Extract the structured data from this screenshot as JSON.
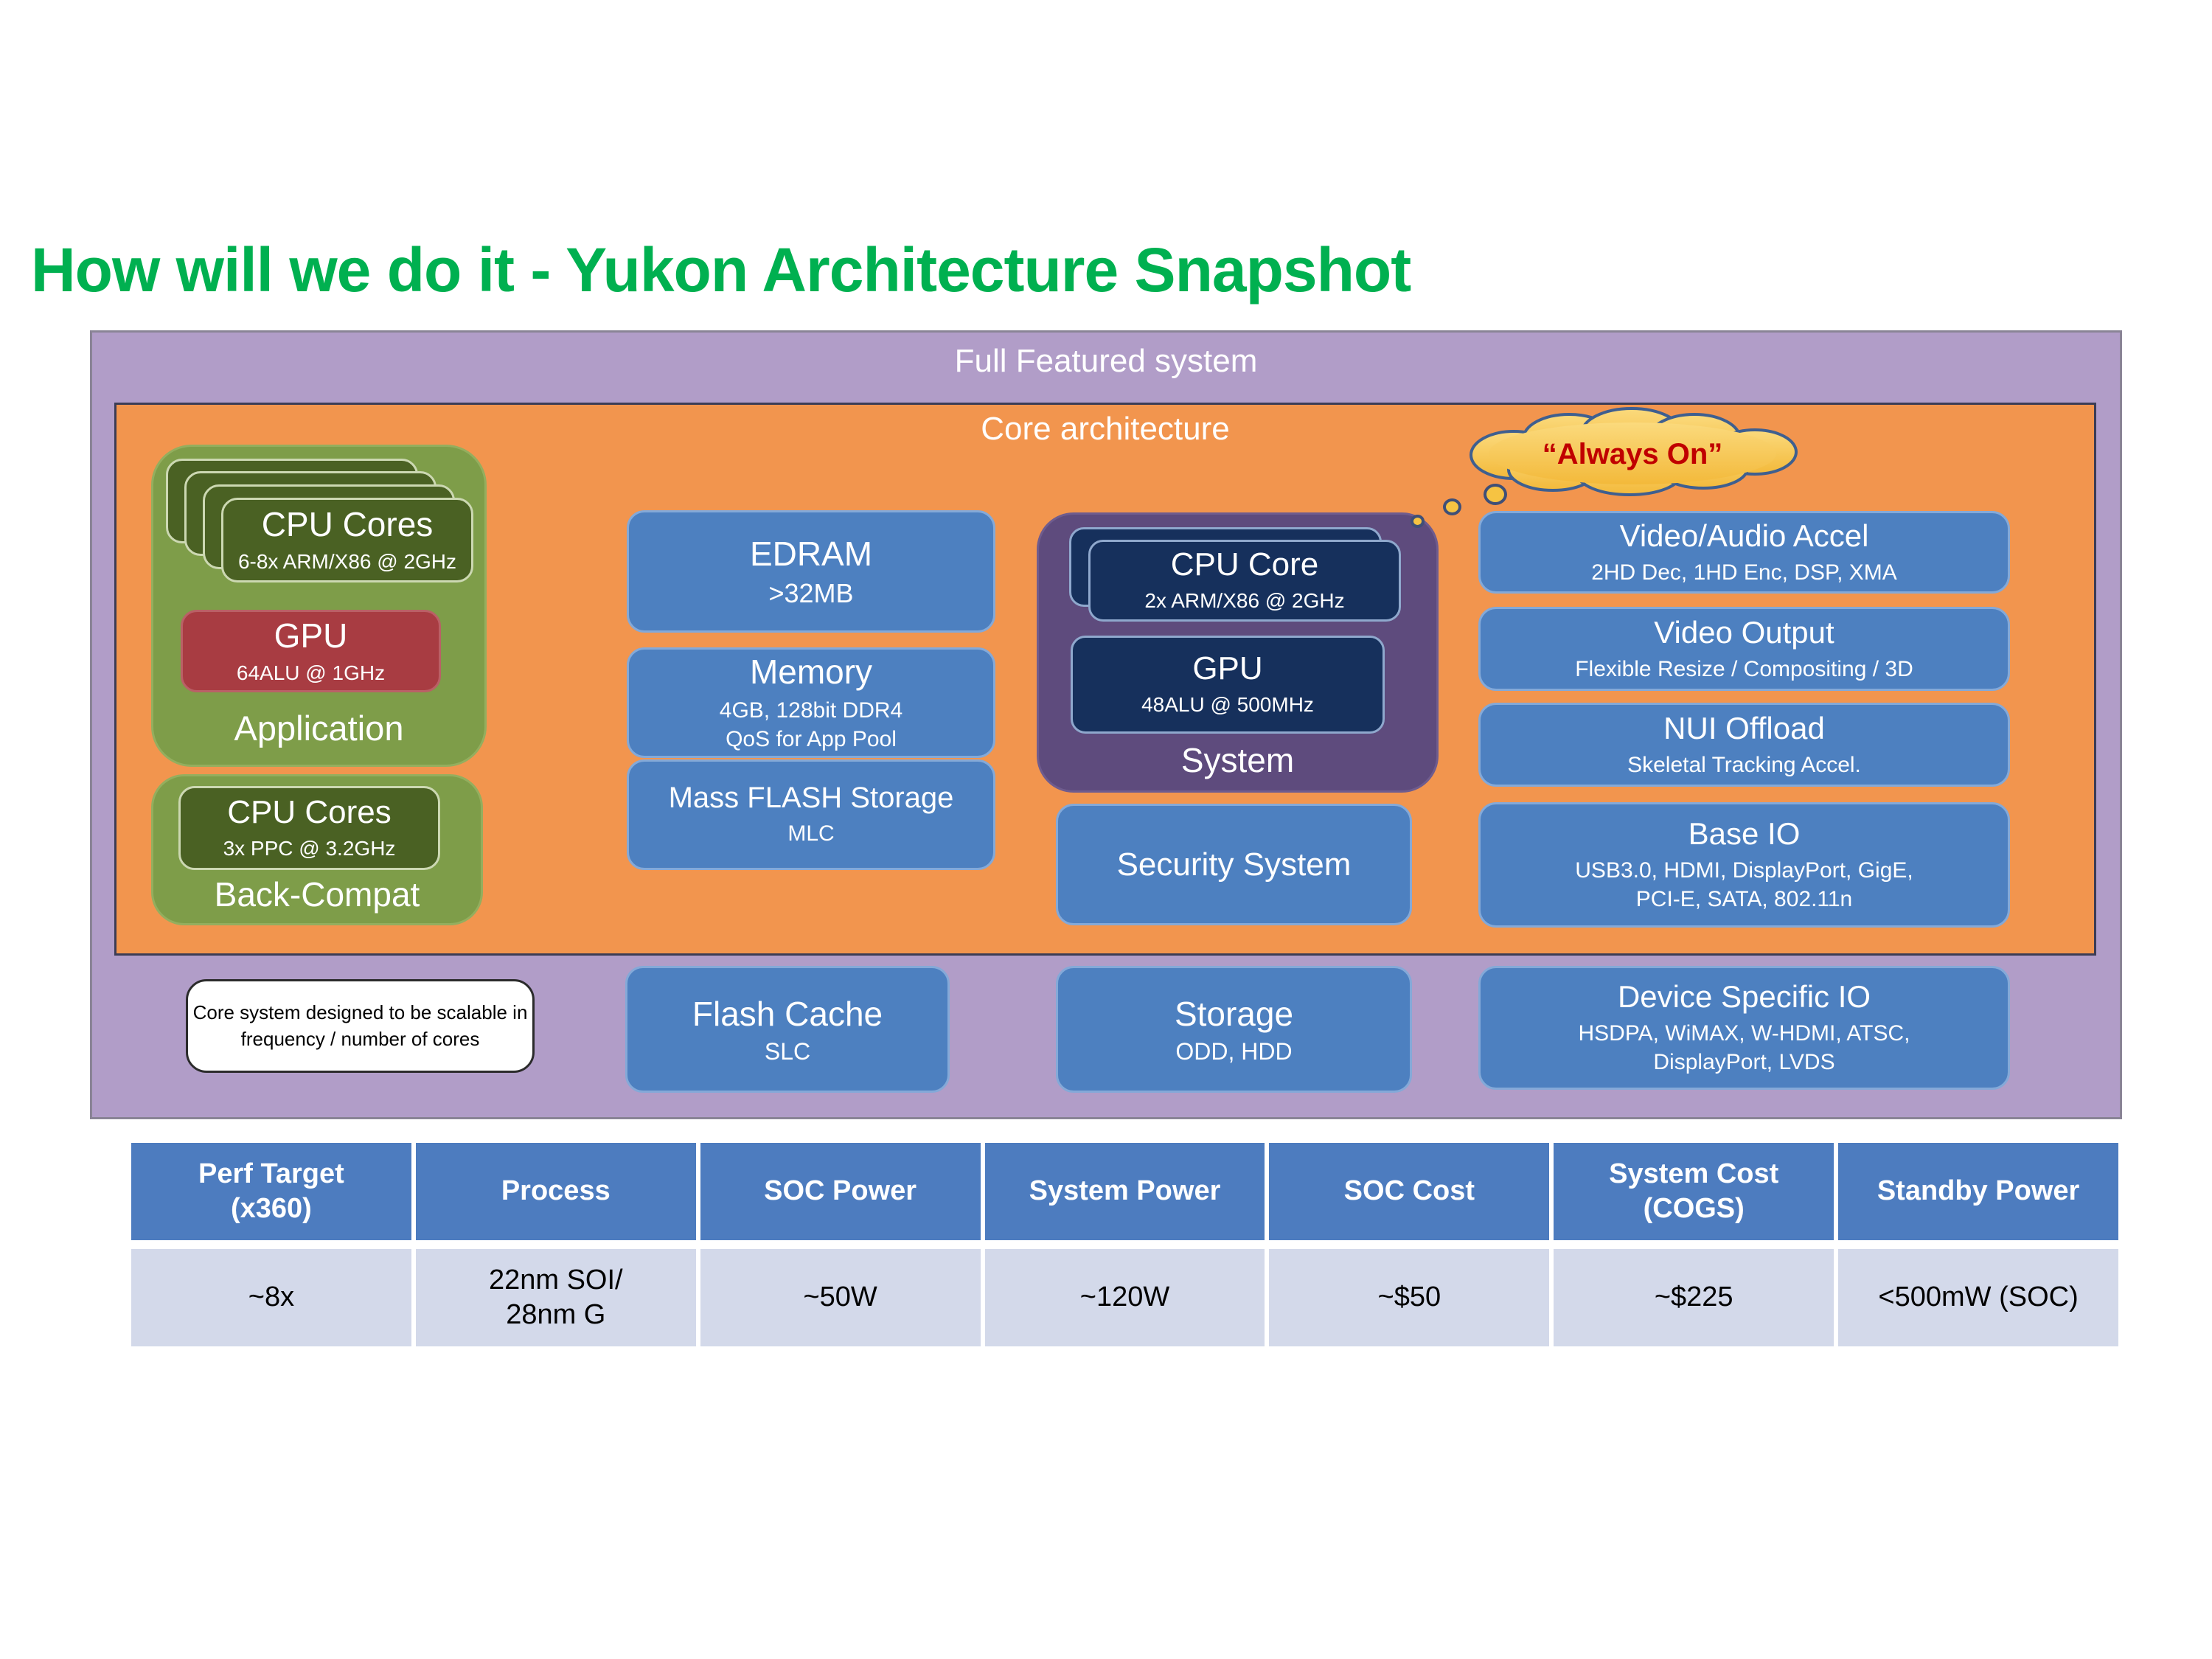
{
  "slide": {
    "title": "How will we do it - Yukon Architecture Snapshot",
    "full_featured_label": "Full Featured system",
    "core_architecture_label": "Core architecture",
    "cloud_label": "“Always On”",
    "note": "Core system designed to be scalable in\nfrequency / number of cores"
  },
  "colors": {
    "title_green": "#00B050",
    "outer_purple": "#b19dc8",
    "core_orange": "#f2954e",
    "app_green": "#7e9d49",
    "core_dark_green": "#4a6123",
    "gpu_red": "#a83c42",
    "box_blue": "#4d80c0",
    "system_purple": "#5e4b7d",
    "chip_navy": "#16305c",
    "cloud_gold": "#f6c342",
    "cloud_text_red": "#C00000",
    "table_header_blue": "#4d7cbf",
    "table_row_lavender": "#d3d9ea"
  },
  "boxes": {
    "application": {
      "cpu_title": "CPU Cores",
      "cpu_subtitle": "6-8x ARM/X86 @ 2GHz",
      "gpu_title": "GPU",
      "gpu_subtitle": "64ALU @ 1GHz",
      "label": "Application"
    },
    "backcompat": {
      "cpu_title": "CPU Cores",
      "cpu_subtitle": "3x PPC @ 3.2GHz",
      "label": "Back-Compat"
    },
    "edram": {
      "title": "EDRAM",
      "subtitle": ">32MB"
    },
    "memory": {
      "title": "Memory",
      "subtitle": "4GB, 128bit DDR4\nQoS for App Pool"
    },
    "mass_flash": {
      "title": "Mass FLASH Storage",
      "subtitle": "MLC"
    },
    "flash_cache": {
      "title": "Flash Cache",
      "subtitle": "SLC"
    },
    "system": {
      "cpu_title": "CPU Core",
      "cpu_subtitle": "2x ARM/X86 @ 2GHz",
      "gpu_title": "GPU",
      "gpu_subtitle": "48ALU @ 500MHz",
      "label": "System"
    },
    "security": {
      "title": "Security System"
    },
    "storage": {
      "title": "Storage",
      "subtitle": "ODD, HDD"
    },
    "va_accel": {
      "title": "Video/Audio Accel",
      "subtitle": "2HD Dec, 1HD Enc, DSP, XMA"
    },
    "video_output": {
      "title": "Video Output",
      "subtitle": "Flexible Resize / Compositing / 3D"
    },
    "nui_offload": {
      "title": "NUI Offload",
      "subtitle": "Skeletal Tracking Accel."
    },
    "base_io": {
      "title": "Base IO",
      "subtitle": "USB3.0, HDMI, DisplayPort, GigE,\nPCI-E, SATA, 802.11n"
    },
    "device_io": {
      "title": "Device Specific IO",
      "subtitle": "HSDPA, WiMAX, W-HDMI, ATSC,\nDisplayPort, LVDS"
    }
  },
  "table": {
    "headers": [
      "Perf Target\n(x360)",
      "Process",
      "SOC Power",
      "System Power",
      "SOC Cost",
      "System Cost\n(COGS)",
      "Standby Power"
    ],
    "row": [
      "~8x",
      "22nm SOI/\n28nm G",
      "~50W",
      "~120W",
      "~$50",
      "~$225",
      "<500mW (SOC)"
    ]
  }
}
